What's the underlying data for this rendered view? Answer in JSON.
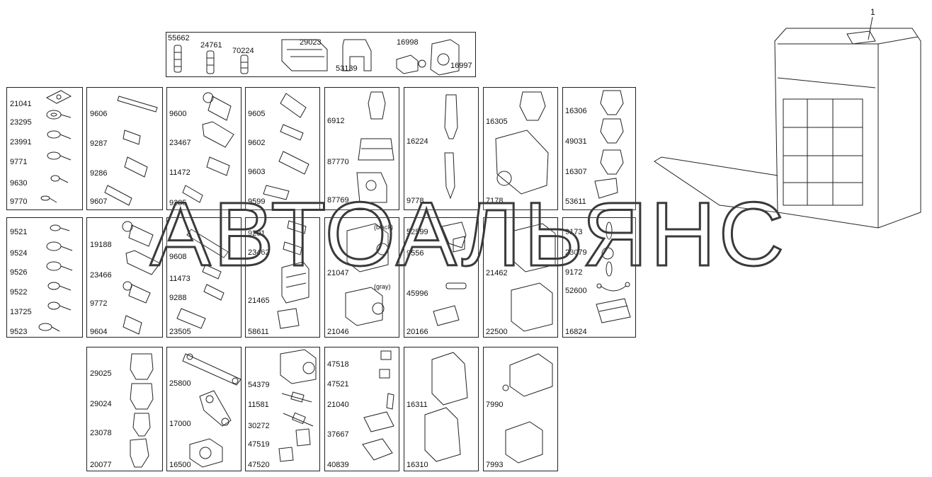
{
  "callout": "1",
  "watermark": "АВТОАЛЬЯНС",
  "parts": {
    "p55662": "55662",
    "p24761": "24761",
    "p70224": "70224",
    "p29023": "29023",
    "p53139": "53139",
    "p16998": "16998",
    "p16997": "16997",
    "p21041": "21041",
    "p23295": "23295",
    "p23991": "23991",
    "p9771": "9771",
    "p9630": "9630",
    "p9770": "9770",
    "p9606": "9606",
    "p9287": "9287",
    "p9286": "9286",
    "p9607": "9607",
    "p9600": "9600",
    "p23467": "23467",
    "p11472": "11472",
    "p9285": "9285",
    "p9605": "9605",
    "p9602": "9602",
    "p9603": "9603",
    "p9599": "9599",
    "p6912": "6912",
    "p87770": "87770",
    "p87769": "87769",
    "p16224": "16224",
    "p9778": "9778",
    "p16305": "16305",
    "p7178": "7178",
    "p16306": "16306",
    "p49031": "49031",
    "p16307": "16307",
    "p53611": "53611",
    "p9521": "9521",
    "p9524": "9524",
    "p9526": "9526",
    "p9522": "9522",
    "p13725": "13725",
    "p9523": "9523",
    "p19188": "19188",
    "p23466": "23466",
    "p9772": "9772",
    "p9604": "9604",
    "p9608": "9608",
    "p11473": "11473",
    "p9288": "9288",
    "p23505": "23505",
    "p9201": "9201",
    "p23462": "23462",
    "p21465": "21465",
    "p58611": "58611",
    "p21047": "21047",
    "p21046": "21046",
    "black": "(black)",
    "gray": "(gray)",
    "p52599": "52599",
    "p9556": "9556",
    "p45996": "45996",
    "p20166": "20166",
    "p21462": "21462",
    "p22500": "22500",
    "p9173": "9173",
    "p23079": "23079",
    "p9172": "9172",
    "p52600": "52600",
    "p16824": "16824",
    "p29025": "29025",
    "p29024": "29024",
    "p23078": "23078",
    "p20077": "20077",
    "p25800": "25800",
    "p17000": "17000",
    "p16500": "16500",
    "p54379": "54379",
    "p11581": "11581",
    "p30272": "30272",
    "p47519": "47519",
    "p47520": "47520",
    "p47518": "47518",
    "p47521": "47521",
    "p21040": "21040",
    "p37667": "37667",
    "p40839": "40839",
    "p16311": "16311",
    "p16310": "16310",
    "p7990": "7990",
    "p7993": "7993"
  }
}
